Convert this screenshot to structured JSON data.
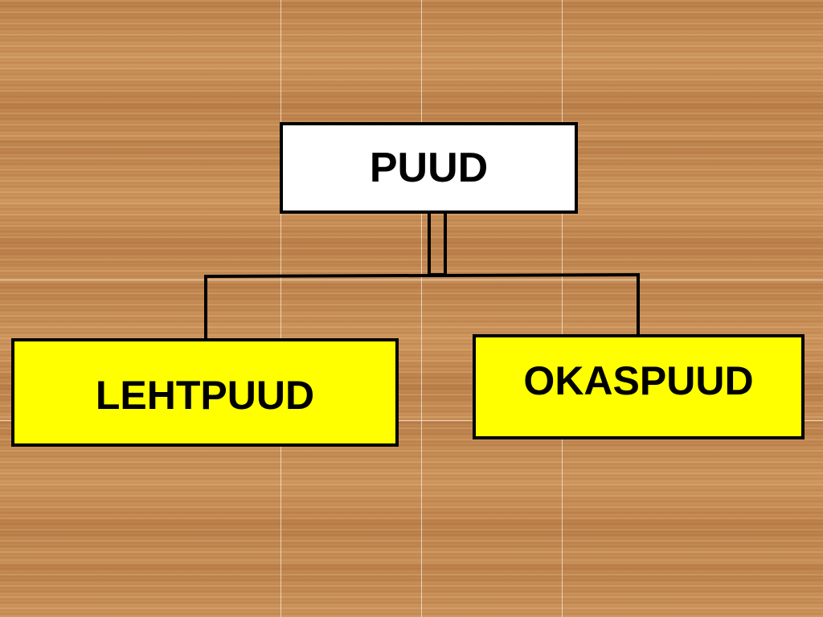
{
  "diagram": {
    "root": {
      "label": "PUUD"
    },
    "children": [
      {
        "label": "LEHTPUUD"
      },
      {
        "label": "OKASPUUD"
      }
    ]
  },
  "colors": {
    "root_fill": "#ffffff",
    "child_fill": "#ffff00",
    "border": "#000000",
    "background_wood": "#c48a52"
  }
}
